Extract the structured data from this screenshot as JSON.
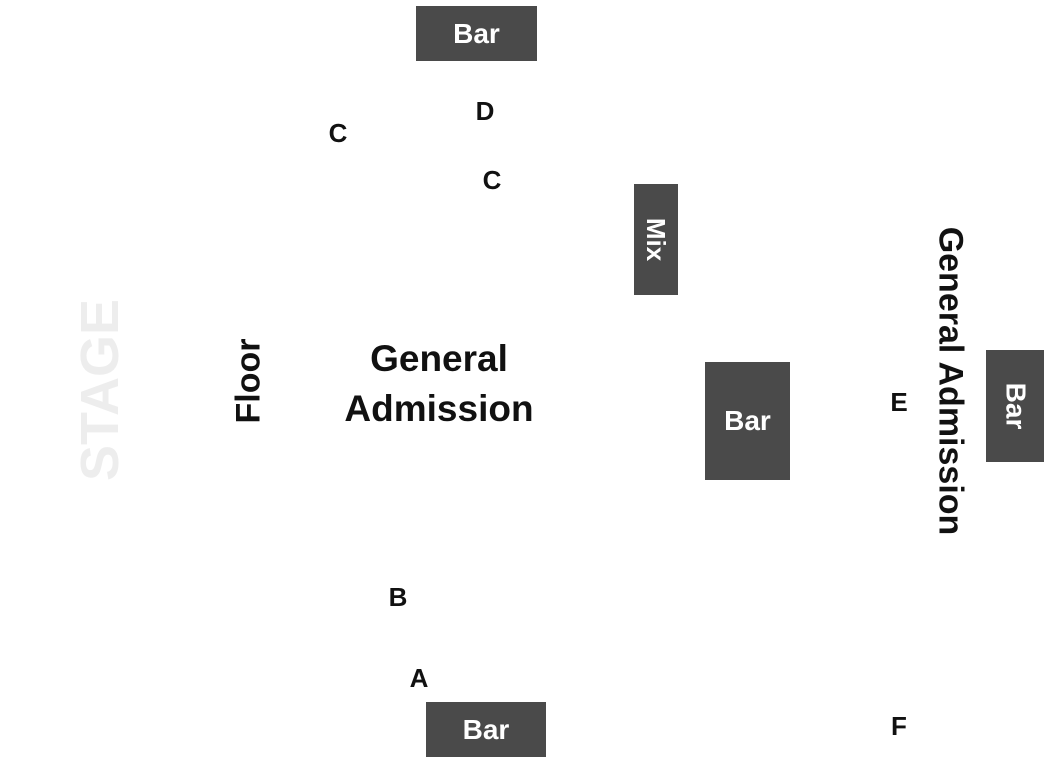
{
  "venue_map": {
    "stage_label": "STAGE",
    "floor_label": "Floor",
    "floor_ga_label_line1": "General",
    "floor_ga_label_line2": "Admission",
    "rear_ga_label": "General Admission",
    "mix_label": "Mix",
    "bar_top_label": "Bar",
    "bar_center_label": "Bar",
    "bar_right_label": "Bar",
    "bar_bottom_label": "Bar",
    "section_labels": {
      "c_left": "C",
      "d": "D",
      "c_right": "C",
      "b": "B",
      "a": "A",
      "e": "E",
      "f": "F"
    }
  },
  "colors": {
    "block_fill": "#4a4a4a",
    "block_text": "#ffffff",
    "label_text": "#111111",
    "stage_text": "#ededed"
  }
}
